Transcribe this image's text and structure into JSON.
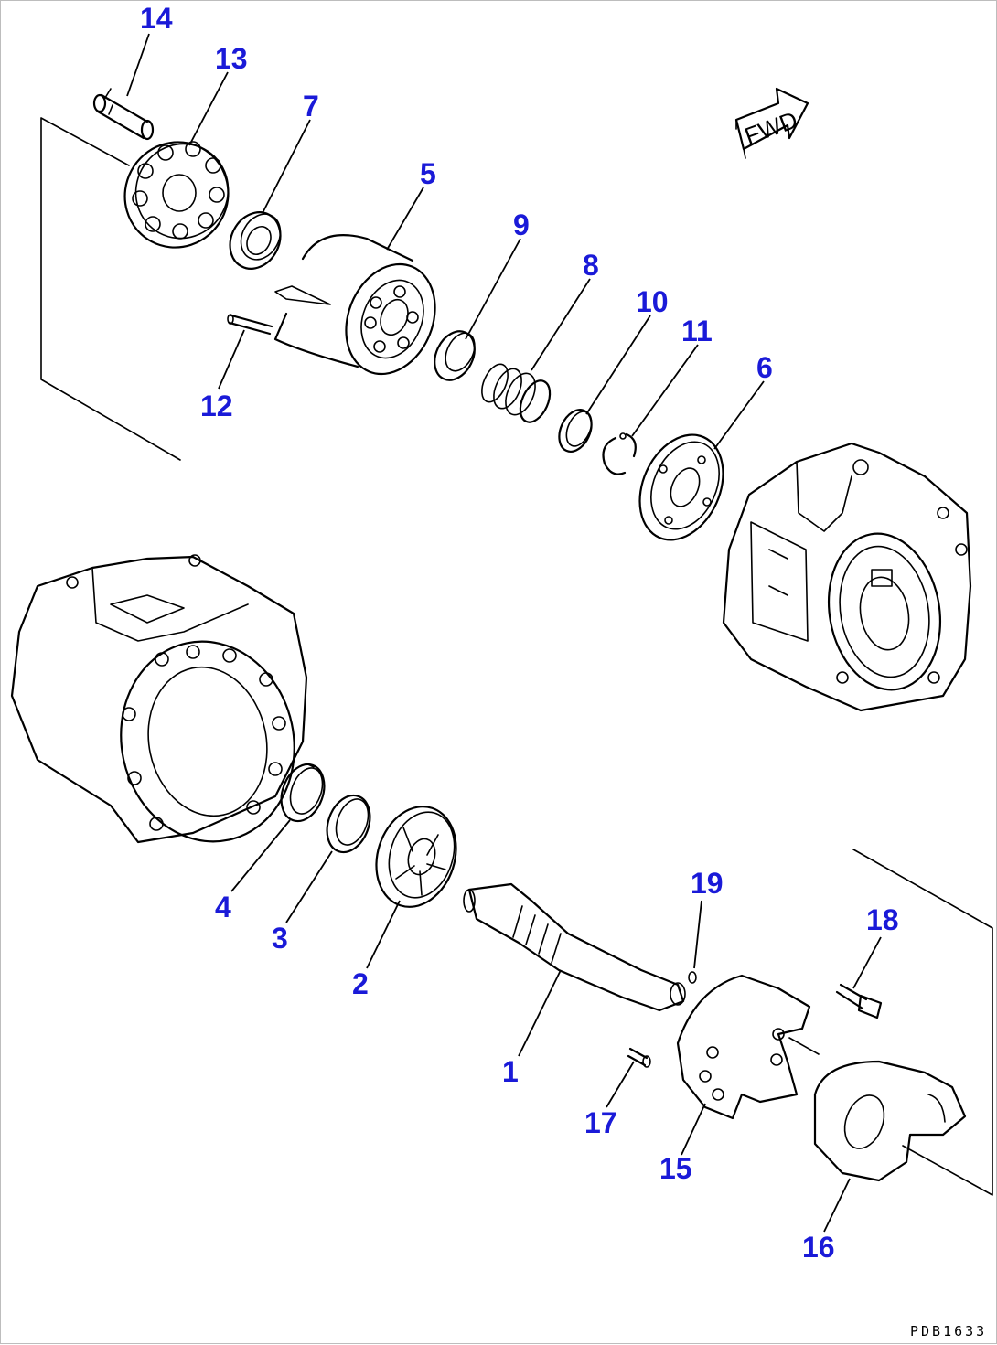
{
  "diagram": {
    "drawing_code": "PDB1633",
    "fwd_label": "FWD",
    "callouts": [
      {
        "id": "14",
        "label": "14"
      },
      {
        "id": "13",
        "label": "13"
      },
      {
        "id": "7",
        "label": "7"
      },
      {
        "id": "5",
        "label": "5"
      },
      {
        "id": "9",
        "label": "9"
      },
      {
        "id": "8",
        "label": "8"
      },
      {
        "id": "10",
        "label": "10"
      },
      {
        "id": "11",
        "label": "11"
      },
      {
        "id": "6",
        "label": "6"
      },
      {
        "id": "12",
        "label": "12"
      },
      {
        "id": "19",
        "label": "19"
      },
      {
        "id": "18",
        "label": "18"
      },
      {
        "id": "4",
        "label": "4"
      },
      {
        "id": "3",
        "label": "3"
      },
      {
        "id": "2",
        "label": "2"
      },
      {
        "id": "1",
        "label": "1"
      },
      {
        "id": "17",
        "label": "17"
      },
      {
        "id": "15",
        "label": "15"
      },
      {
        "id": "16",
        "label": "16"
      }
    ],
    "colors": {
      "callout": "#1a1ad8",
      "line": "#000000",
      "background": "#ffffff"
    }
  }
}
